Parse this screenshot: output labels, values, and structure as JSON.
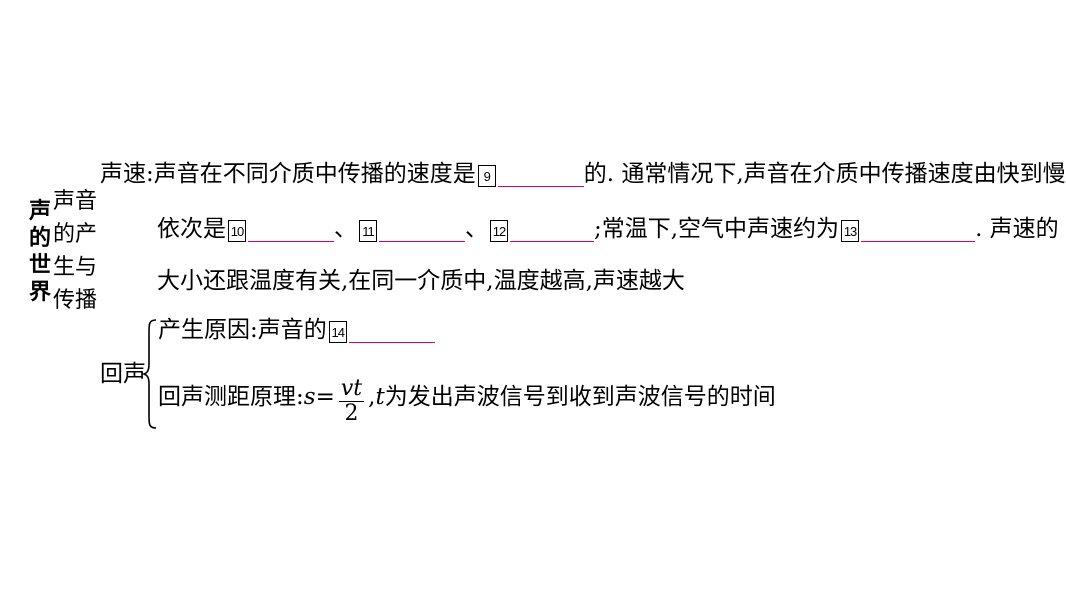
{
  "category": "声的世界",
  "subtopic": "声音的产生与传播",
  "speed": {
    "label": "声速:",
    "p1": "声音在不同介质中传播的速度是",
    "b9": "9",
    "p2": "的. 通常情况下,声音在介质中传播速度由快到慢",
    "p3": "依次是",
    "b10": "10",
    "sep1": "、",
    "b11": "11",
    "sep2": "、",
    "b12": "12",
    "p4": ";常温下,空气中声速约为",
    "b13": "13",
    "p5": ". 声速的",
    "p6": "大小还跟温度有关,在同一介质中,温度越高,声速越大"
  },
  "echo": {
    "label": "回声",
    "cause": "产生原因:声音的",
    "b14": "14",
    "principle": "回声测距原理:",
    "var_s": "s",
    "eq": " = ",
    "num": "vt",
    "den": "2",
    "comma": ",",
    "var_t": "t",
    "tail": " 为发出声波信号到收到声波信号的时间"
  },
  "colors": {
    "blank_line": "#d6006f",
    "text": "#000000"
  }
}
